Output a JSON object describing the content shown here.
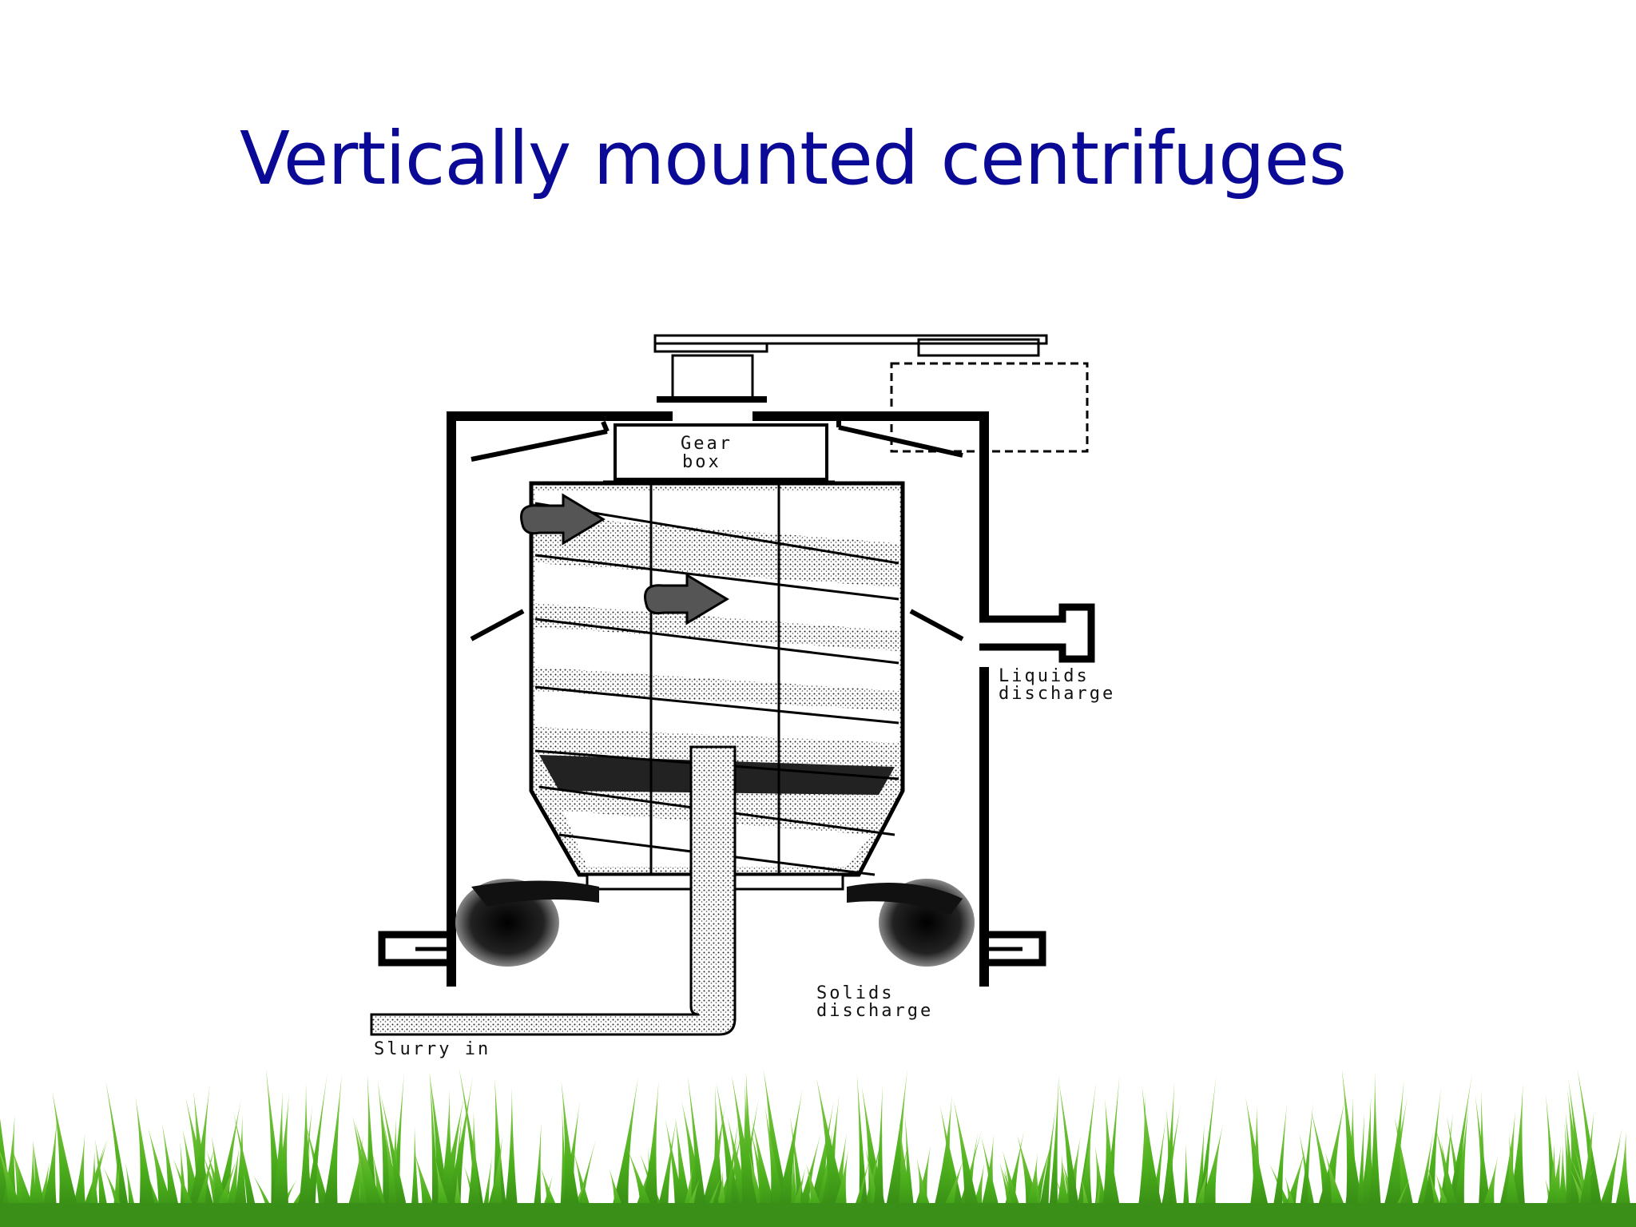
{
  "slide": {
    "title": "Vertically mounted centrifuges"
  },
  "diagram": {
    "labels": {
      "gear_box_line1": "Gear",
      "gear_box_line2": "box",
      "liquids_line1": "Liquids",
      "liquids_line2": "discharge",
      "solids_line1": "Solids",
      "solids_line2": "discharge",
      "slurry": "Slurry in"
    }
  },
  "colors": {
    "title": "#0a0a96",
    "grass": "#4caf1c"
  }
}
